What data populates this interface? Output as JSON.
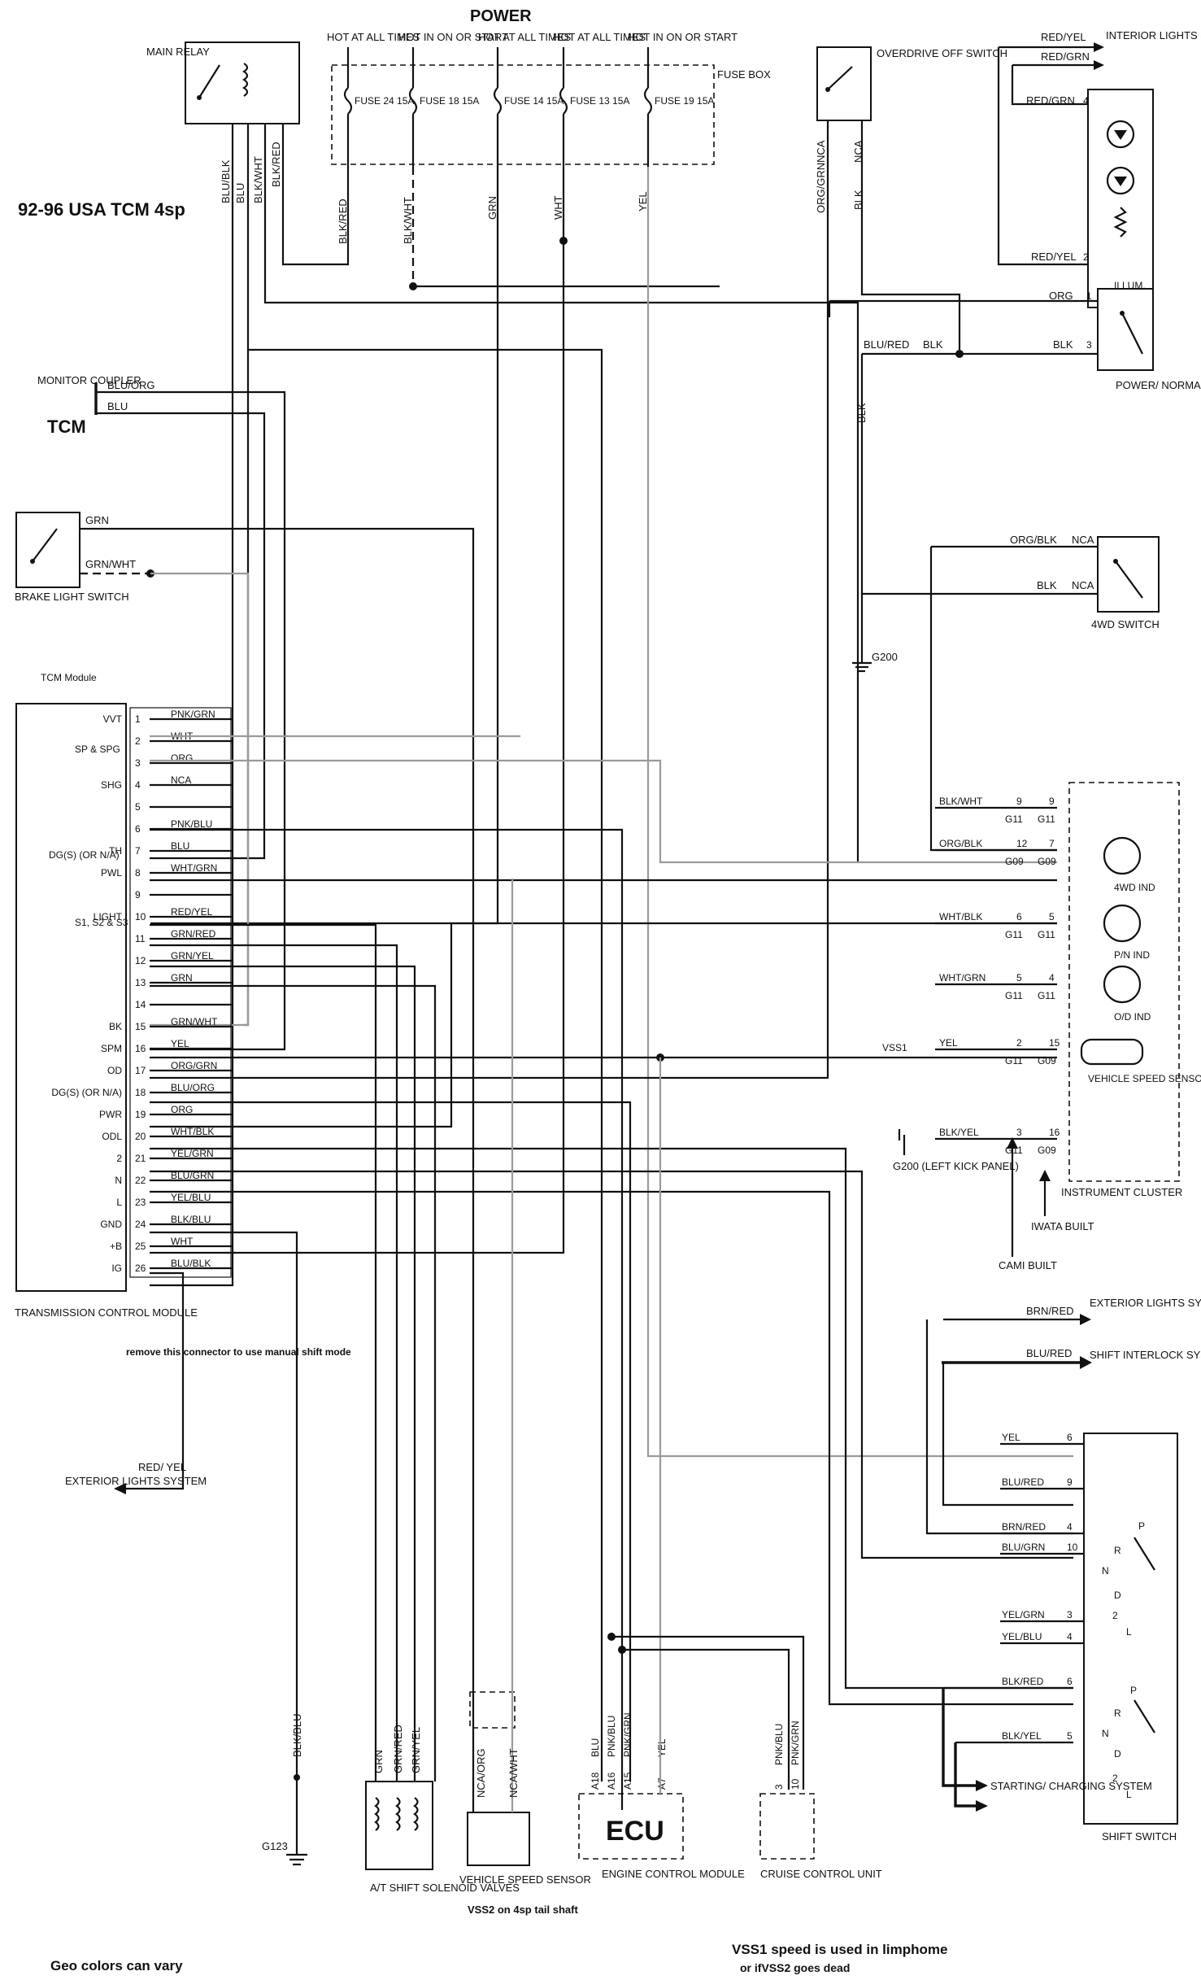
{
  "title": "POWER",
  "subtitle": "92-96 USA TCM 4sp",
  "hot_labels": [
    "HOT AT ALL TIMES",
    "HOT IN ON OR START",
    "HOT AT ALL TIMES",
    "HOT AT ALL TIMES",
    "HOT IN ON OR START"
  ],
  "fuses": [
    {
      "label": "FUSE 24 15A",
      "wire": "BLK/RED"
    },
    {
      "label": "FUSE 18 15A",
      "wire": "BLK/WHT"
    },
    {
      "label": "FUSE 14 15A",
      "wire": "GRN"
    },
    {
      "label": "FUSE 13 15A",
      "wire": "WHT"
    },
    {
      "label": "FUSE 19 15A",
      "wire": "YEL"
    }
  ],
  "fuse_box": "FUSE BOX",
  "main_relay": {
    "label": "MAIN RELAY",
    "wires": [
      "BLU/BLK",
      "BLU",
      "BLK/WHT",
      "BLK/RED"
    ]
  },
  "overdrive_switch": {
    "label": "OVERDRIVE OFF SWITCH",
    "wires": [
      "ORG/GRN",
      "BLK"
    ],
    "connector": "NCA"
  },
  "interior_lights": {
    "label": "INTERIOR LIGHTS SYSTEM",
    "wires": [
      "RED/YEL",
      "RED/GRN",
      "RED/GRN",
      "RED/YEL"
    ],
    "pins": [
      "4",
      "2"
    ],
    "illum": "ILLUM."
  },
  "power_mode_switch": {
    "label": "POWER/ NORMAL MODE CHANGE SWITCH",
    "wires": [
      "ORG",
      "BLK",
      "BLU/RED",
      "BLK",
      "BLK"
    ],
    "pins": [
      "1",
      "3"
    ]
  },
  "monitor_coupler": {
    "label": "MONITOR COUPLER",
    "wires": [
      "BLU/ORG",
      "BLU"
    ]
  },
  "tcm_tag": "TCM",
  "brake_light_switch": {
    "label": "BRAKE LIGHT SWITCH",
    "wires": [
      "GRN",
      "GRN/WHT"
    ]
  },
  "four_wd_switch": {
    "label": "4WD SWITCH",
    "wires": [
      "ORG/BLK",
      "BLK"
    ],
    "connector": "NCA"
  },
  "ground_g200_top": "G200",
  "tcm_module": {
    "title": "TCM Module",
    "footer": "TRANSMISSION CONTROL MODULE",
    "pins": [
      {
        "num": "1",
        "label": "VVT",
        "wire": "PNK/GRN"
      },
      {
        "num": "2",
        "label": "",
        "wire": "WHT"
      },
      {
        "num": "3",
        "label": "",
        "wire": "ORG"
      },
      {
        "num": "4",
        "label": "SHG",
        "wire": "NCA"
      },
      {
        "num": "5",
        "label": "",
        "wire": ""
      },
      {
        "num": "6",
        "label": "",
        "wire": "PNK/BLU"
      },
      {
        "num": "7",
        "label": "TH",
        "wire": "BLU"
      },
      {
        "num": "8",
        "label": "PWL",
        "wire": "WHT/GRN"
      },
      {
        "num": "9",
        "label": "",
        "wire": ""
      },
      {
        "num": "10",
        "label": "LIGHT",
        "wire": "RED/YEL"
      },
      {
        "num": "11",
        "label": "",
        "wire": "GRN/RED"
      },
      {
        "num": "12",
        "label": "",
        "wire": "GRN/YEL"
      },
      {
        "num": "13",
        "label": "",
        "wire": "GRN"
      },
      {
        "num": "14",
        "label": "",
        "wire": ""
      },
      {
        "num": "15",
        "label": "BK",
        "wire": "GRN/WHT"
      },
      {
        "num": "16",
        "label": "SPM",
        "wire": "YEL"
      },
      {
        "num": "17",
        "label": "OD",
        "wire": "ORG/GRN"
      },
      {
        "num": "18",
        "label": "DG(S) (OR N/A)",
        "wire": "BLU/ORG"
      },
      {
        "num": "19",
        "label": "PWR",
        "wire": "ORG"
      },
      {
        "num": "20",
        "label": "ODL",
        "wire": "WHT/BLK"
      },
      {
        "num": "21",
        "label": "2",
        "wire": "YEL/GRN"
      },
      {
        "num": "22",
        "label": "N",
        "wire": "BLU/GRN"
      },
      {
        "num": "23",
        "label": "L",
        "wire": "YEL/BLU"
      },
      {
        "num": "24",
        "label": "GND",
        "wire": "BLK/BLU"
      },
      {
        "num": "25",
        "label": "+B",
        "wire": "WHT"
      },
      {
        "num": "26",
        "label": "IG",
        "wire": "BLU/BLK"
      }
    ],
    "group_labels": [
      "SP & SPG",
      "DG(S) (OR N/A)",
      "S1, S2 & S3"
    ]
  },
  "manual_note": "remove this connector to use manual shift mode",
  "instrument_cluster": {
    "label": "INSTRUMENT CLUSTER",
    "rows": [
      {
        "wire": "BLK/WHT",
        "pin_a": "9",
        "pin_b": "9",
        "conn_a": "G11",
        "conn_b": "G11"
      },
      {
        "wire": "ORG/BLK",
        "pin_a": "12",
        "pin_b": "7",
        "conn_a": "G09",
        "conn_b": "G09"
      },
      {
        "wire": "WHT/BLK",
        "pin_a": "6",
        "pin_b": "5",
        "conn_a": "G11",
        "conn_b": "G11"
      },
      {
        "wire": "WHT/GRN",
        "pin_a": "5",
        "pin_b": "4",
        "conn_a": "G11",
        "conn_b": "G11"
      },
      {
        "wire": "YEL",
        "pin_a": "2",
        "pin_b": "15",
        "conn_a": "G11",
        "conn_b": "G09"
      },
      {
        "wire": "BLK/YEL",
        "pin_a": "3",
        "pin_b": "16",
        "conn_a": "G11",
        "conn_b": "G09"
      }
    ],
    "indicators": [
      "4WD IND",
      "P/N IND",
      "O/D IND"
    ],
    "vss_label": "VEHICLE SPEED SENSOR",
    "vss1": "VSS1"
  },
  "ground_g200_kick": "G200 (LEFT KICK PANEL)",
  "cami_built": "CAMI BUILT",
  "iwata_built": "IWATA BUILT",
  "exterior_lights_right": {
    "label": "EXTERIOR LIGHTS SYSTEM",
    "wire": "BRN/RED"
  },
  "shift_interlock": {
    "label": "SHIFT INTERLOCK SYSTEM",
    "wire": "BLU/RED"
  },
  "exterior_lights_left": {
    "label": "EXTERIOR LIGHTS SYSTEM",
    "wire": "RED/ YEL"
  },
  "shift_switch": {
    "label": "SHIFT SWITCH",
    "rows_upper": [
      {
        "wire": "YEL",
        "pin": "6"
      },
      {
        "wire": "BLU/RED",
        "pin": "9"
      },
      {
        "wire": "BRN/RED",
        "pin": "4"
      },
      {
        "wire": "BLU/GRN",
        "pin": "10"
      },
      {
        "wire": "YEL/GRN",
        "pin": "3"
      },
      {
        "wire": "YEL/BLU",
        "pin": "4"
      }
    ],
    "rows_lower": [
      {
        "wire": "BLK/RED",
        "pin": "6"
      },
      {
        "wire": "BLK/YEL",
        "pin": "5"
      }
    ],
    "positions": [
      "P",
      "R",
      "N",
      "D",
      "2",
      "L"
    ]
  },
  "starting_charging": "STARTING/ CHARGING SYSTEM",
  "ground_g123": "G123",
  "solenoid": {
    "label": "A/T SHIFT SOLENOID VALVES",
    "wires": [
      "GRN",
      "GRN/RED",
      "GRN/YEL"
    ]
  },
  "vss2": {
    "label": "VEHICLE SPEED SENSOR",
    "wires": [
      "NCA/ORG",
      "NCA/WHT"
    ],
    "note": "VSS2 on 4sp tail shaft"
  },
  "ecu": {
    "title": "ECU",
    "label": "ENGINE CONTROL MODULE",
    "pins": [
      "A18",
      "A16",
      "A15",
      "A7"
    ],
    "wires": [
      "BLU",
      "PNK/BLU",
      "PNK/GRN",
      "YEL"
    ]
  },
  "cruise": {
    "label": "CRUISE CONTROL UNIT",
    "pins": [
      "3",
      "10"
    ],
    "wires": [
      "PNK/BLU",
      "PNK/GRN"
    ]
  },
  "wire_blk_blu": "BLK/BLU",
  "footer_left": "Geo colors can vary",
  "footer_right": "VSS1 speed is used in limphome",
  "footer_right2": "or ifVSS2 goes dead"
}
